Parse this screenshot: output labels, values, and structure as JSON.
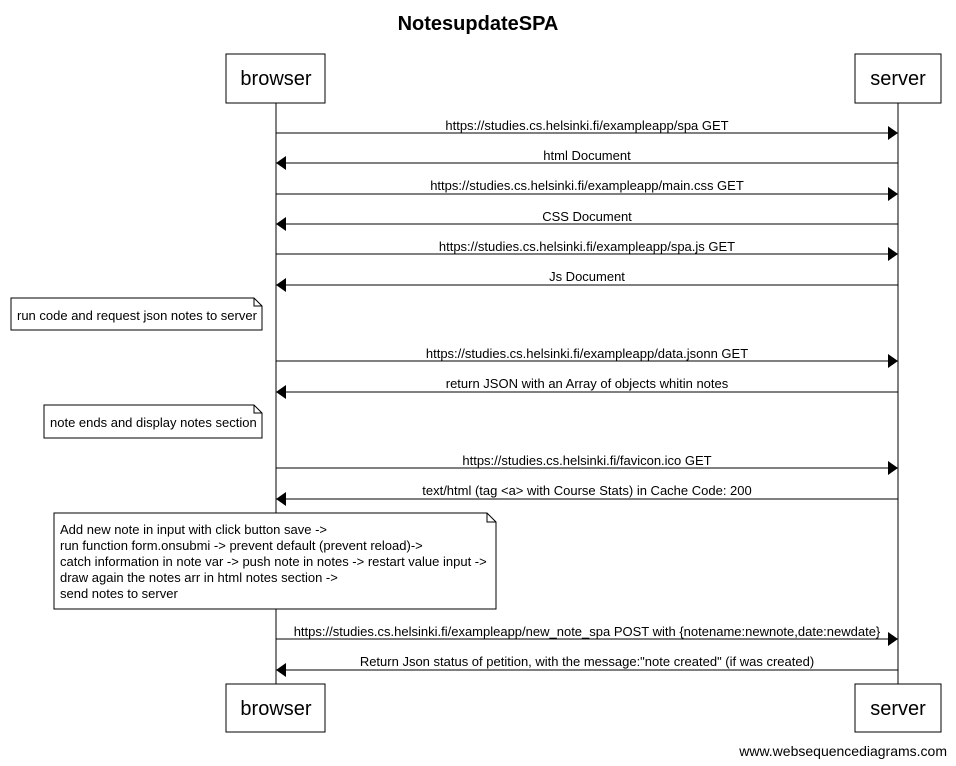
{
  "title": "NotesupdateSPA",
  "watermark": "www.websequencediagrams.com",
  "participants": [
    {
      "id": "browser",
      "label": "browser"
    },
    {
      "id": "server",
      "label": "server"
    }
  ],
  "steps": [
    {
      "kind": "message",
      "from": "browser",
      "to": "server",
      "label": "https://studies.cs.helsinki.fi/exampleapp/spa GET"
    },
    {
      "kind": "message",
      "from": "server",
      "to": "browser",
      "label": "html Document"
    },
    {
      "kind": "message",
      "from": "browser",
      "to": "server",
      "label": "https://studies.cs.helsinki.fi/exampleapp/main.css GET"
    },
    {
      "kind": "message",
      "from": "server",
      "to": "browser",
      "label": "CSS Document"
    },
    {
      "kind": "message",
      "from": "browser",
      "to": "server",
      "label": "https://studies.cs.helsinki.fi/exampleapp/spa.js GET"
    },
    {
      "kind": "message",
      "from": "server",
      "to": "browser",
      "label": "Js Document"
    },
    {
      "kind": "note",
      "side": "left of",
      "actor": "browser",
      "lines": [
        "run code and request json notes to server"
      ]
    },
    {
      "kind": "message",
      "from": "browser",
      "to": "server",
      "label": "https://studies.cs.helsinki.fi/exampleapp/data.jsonn GET"
    },
    {
      "kind": "message",
      "from": "server",
      "to": "browser",
      "label": "return JSON with an Array of objects whitin notes"
    },
    {
      "kind": "note",
      "side": "left of",
      "actor": "browser",
      "lines": [
        "note ends and display notes section"
      ]
    },
    {
      "kind": "message",
      "from": "browser",
      "to": "server",
      "label": "https://studies.cs.helsinki.fi/favicon.ico GET"
    },
    {
      "kind": "message",
      "from": "server",
      "to": "browser",
      "label": "text/html (tag <a> with Course Stats) in Cache Code: 200"
    },
    {
      "kind": "note",
      "side": "over",
      "actor": "browser",
      "lines": [
        "Add new note in input with click button save ->",
        "run function form.onsubmi -> prevent default (prevent reload)->",
        "catch information in note var -> push note in notes -> restart value input ->",
        "draw again the notes arr in html notes section ->",
        "send notes to server"
      ]
    },
    {
      "kind": "message",
      "from": "browser",
      "to": "server",
      "label": "https://studies.cs.helsinki.fi/exampleapp/new_note_spa POST with {notename:newnote,date:newdate}"
    },
    {
      "kind": "message",
      "from": "server",
      "to": "browser",
      "label": "Return Json status of petition, with the message:\"note created\" (if was created)"
    }
  ]
}
